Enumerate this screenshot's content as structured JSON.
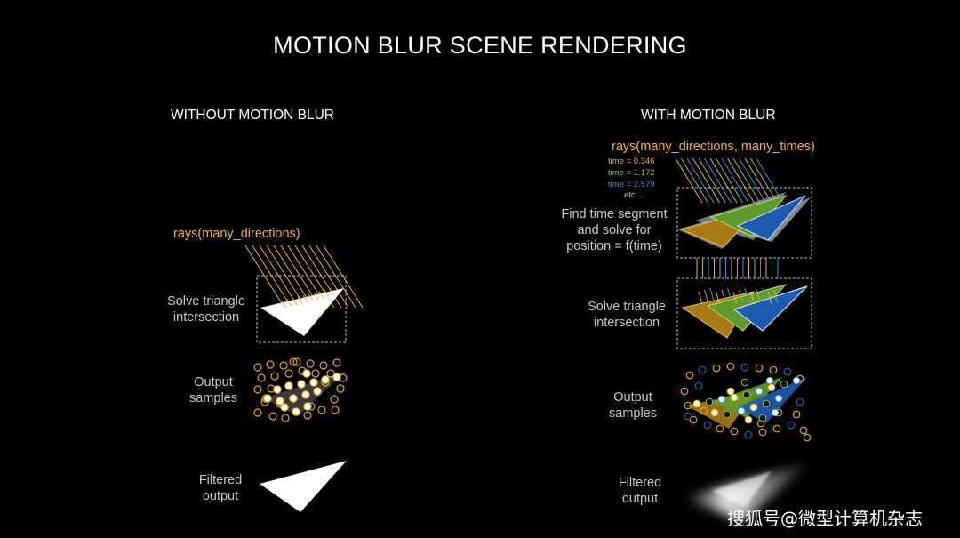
{
  "title": "MOTION BLUR SCENE RENDERING",
  "left_panel": {
    "heading": "WITHOUT MOTION BLUR",
    "rays_label": "rays(many_directions)",
    "steps": [
      "Solve triangle\nintersection",
      "Output\nsamples",
      "Filtered\noutput"
    ]
  },
  "right_panel": {
    "heading": "WITH MOTION BLUR",
    "rays_label": "rays(many_directions, many_times)",
    "time_labels": [
      {
        "text": "time = 0.346",
        "color": "#e8b53a"
      },
      {
        "text": "time = 1.172",
        "color": "#8cc63f"
      },
      {
        "text": "time = 2.579",
        "color": "#3f8fe0"
      },
      {
        "text": "etc...",
        "color": "#c0c0c0"
      }
    ],
    "steps": [
      "Find time segment\nand solve for\nposition = f(time)",
      "Solve triangle\nintersection",
      "Output\nsamples",
      "Filtered\noutput"
    ]
  },
  "colors": {
    "background": "#000000",
    "ray_orange": "#f2b23a",
    "time_green": "#8cc63f",
    "time_blue": "#3f8fe0",
    "triangle_gold": "#a77a12",
    "triangle_green": "#5f9a2a",
    "triangle_blue": "#1d5bb0"
  },
  "watermark": "搜狐号@微型计算机杂志"
}
